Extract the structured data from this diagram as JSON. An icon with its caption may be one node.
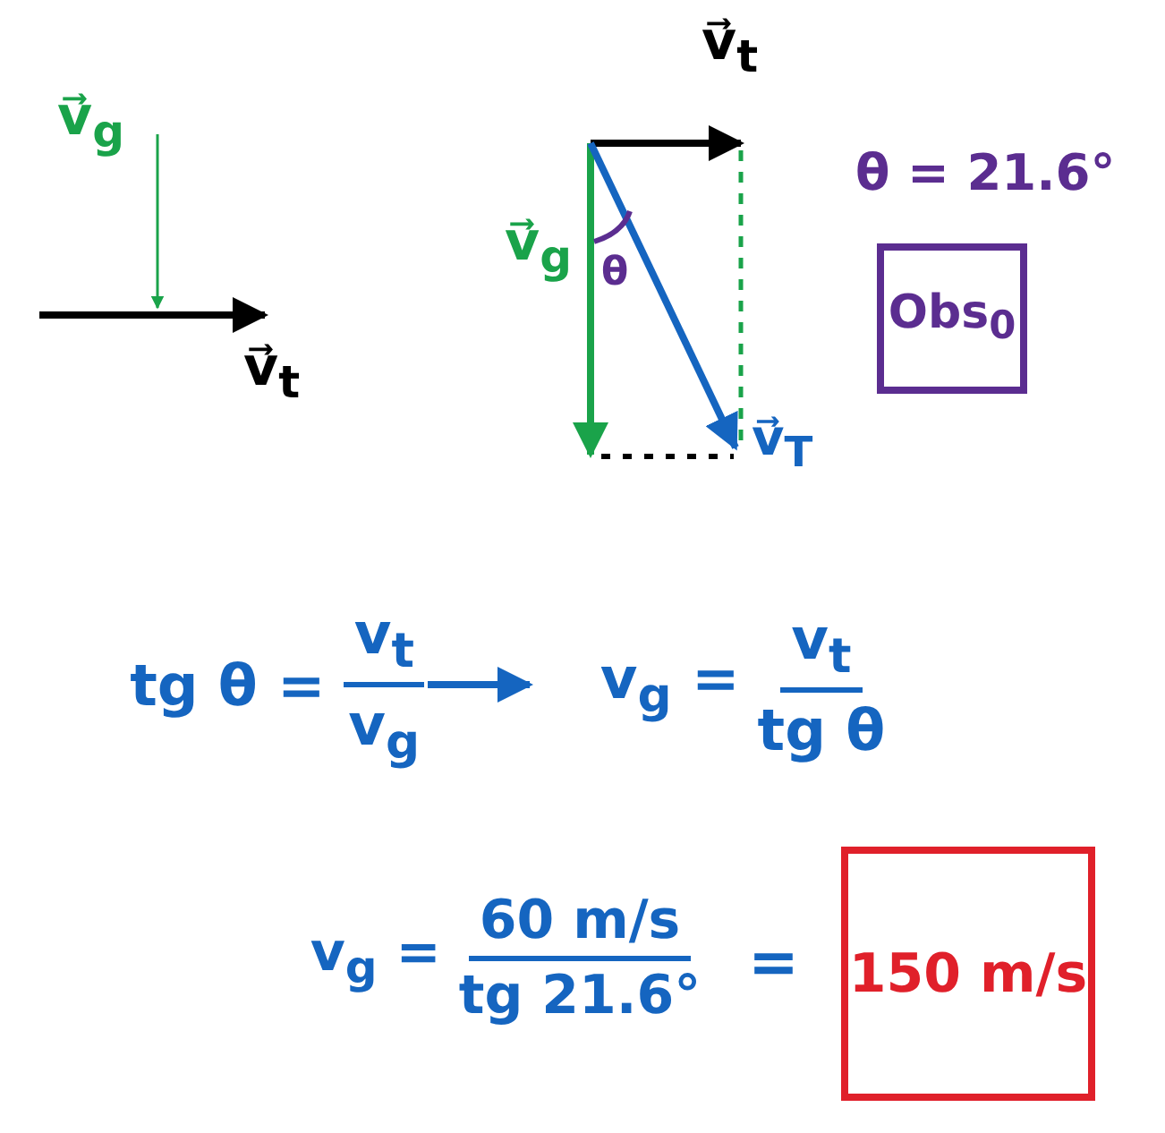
{
  "diagram": {
    "nodes": [
      {
        "text": [
          "tg θ =",
          "v$_{t}$",
          "v$_{g}$"
        ]
      },
      {
        "text": [
          "v$_{g}$ =",
          "v$_{t}$",
          "tg θ"
        ]
      },
      {
        "text": [
          "Obs$_{0}$"
        ]
      },
      {
        "text": [
          "v$_{g}$ =",
          "60 m/s",
          "tg 21.6°"
        ]
      },
      {
        "text": [
          "150 m/s"
        ]
      }
    ],
    "edges": [
      {
        "from": 0,
        "to": 1,
        "arrow": "to"
      }
    ],
    "labels": [
      "v⃗$_{g}$",
      "v⃗$_{t}$",
      "v⃗$_{t}$",
      "v⃗$_{g}$",
      "θ",
      "v⃗$_{T}$",
      "θ = 21.6°",
      "="
    ]
  }
}
